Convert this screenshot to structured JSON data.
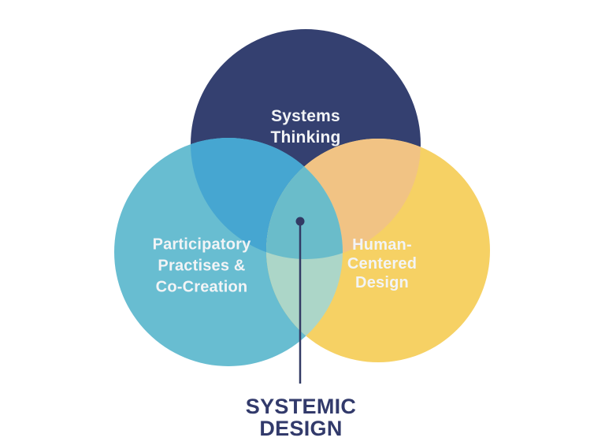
{
  "diagram": {
    "type": "venn",
    "background": "#ffffff",
    "circles": [
      {
        "name": "systems-thinking",
        "lines": [
          "Systems",
          "Thinking"
        ],
        "color": "#344070",
        "text_color": "#f2f4f6"
      },
      {
        "name": "participatory-practises-co-creation",
        "lines": [
          "Participatory",
          "Practises &",
          "Co-Creation"
        ],
        "color": "#68bdd1",
        "text_color": "#f2f4f6"
      },
      {
        "name": "human-centered-design",
        "lines": [
          "Human-",
          "Centered",
          "Design"
        ],
        "color": "#f6d164",
        "text_color": "#f2f4f6"
      }
    ],
    "overlaps": {
      "systems_participatory": "#46a6d1",
      "systems_human": "#f1c384",
      "participatory_human": "#acd6c8",
      "all_three": "#6abcca"
    },
    "pointer": {
      "color": "#323a64"
    },
    "center_label": {
      "lines": [
        "SYSTEMIC",
        "DESIGN"
      ],
      "color": "#323a6b"
    }
  }
}
